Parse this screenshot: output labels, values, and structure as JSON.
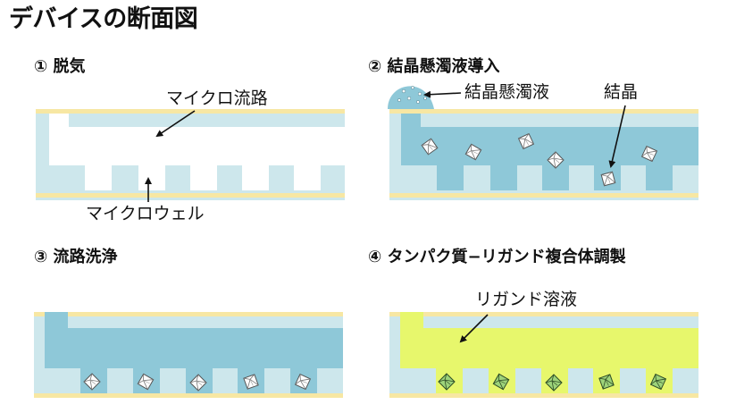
{
  "title": "デバイスの断面図",
  "steps": [
    {
      "label": "① 脱気"
    },
    {
      "label": "② 結晶懸濁液導入"
    },
    {
      "label": "③ 流路洗浄"
    },
    {
      "label": "④ タンパク質−リガンド複合体調製"
    }
  ],
  "annotations": {
    "microchannel": "マイクロ流路",
    "microwell": "マイクロウェル",
    "crystal_suspension": "結晶懸濁液",
    "crystal": "結晶",
    "ligand_solution": "リガンド溶液"
  },
  "colors": {
    "device": "#cde7ec",
    "film": "#f7e7a3",
    "liquid": "#8ec8d8",
    "ligand": "#e7f76c",
    "crystal_stroke": "#555555"
  }
}
